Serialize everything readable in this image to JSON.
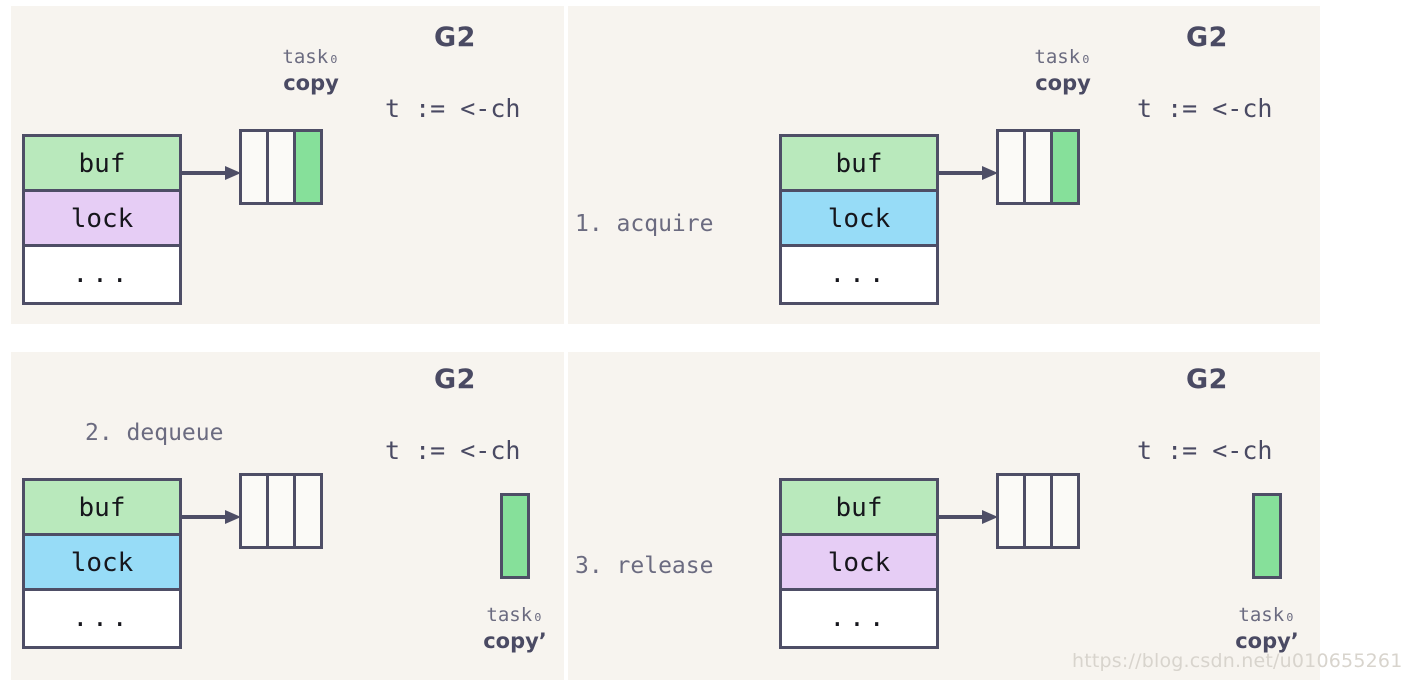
{
  "figure": {
    "title_semantic": "goroutine-channel-receive-with-lock-steps",
    "background": "#ffffff",
    "panel_background": "#f7f4ef",
    "colors": {
      "buf_green": "#b9e9bc",
      "lock_purple": "#e6cdf5",
      "lock_blue": "#97dcf7",
      "payload_green": "#86e09a",
      "stroke": "#4e4e66",
      "text_dark": "#16161c",
      "text_muted": "#6b6b80",
      "heading": "#4a4a63",
      "empty_cell": "#fbfaf7",
      "watermark": "#d8d4cd"
    }
  },
  "panels": [
    {
      "id": "panel-0",
      "goroutine_label": "G2",
      "code": "t := <-ch",
      "step_label": "",
      "struct": {
        "fields": [
          {
            "name": "buf",
            "label": "buf",
            "fill": "#b9e9bc"
          },
          {
            "name": "lock",
            "label": "lock",
            "fill": "#e6cdf5"
          },
          {
            "name": "ellipsis",
            "label": "...",
            "fill": "#ffffff"
          }
        ]
      },
      "buffer": {
        "cells": [
          {
            "filled": false
          },
          {
            "filled": false
          },
          {
            "filled": true
          }
        ]
      },
      "caption": {
        "task": "task₀",
        "copy": "copy",
        "position": "above-buffer"
      },
      "copy_box": null
    },
    {
      "id": "panel-1",
      "goroutine_label": "G2",
      "code": "t := <-ch",
      "step_label": "1. acquire",
      "struct": {
        "fields": [
          {
            "name": "buf",
            "label": "buf",
            "fill": "#b9e9bc"
          },
          {
            "name": "lock",
            "label": "lock",
            "fill": "#97dcf7"
          },
          {
            "name": "ellipsis",
            "label": "...",
            "fill": "#ffffff"
          }
        ]
      },
      "buffer": {
        "cells": [
          {
            "filled": false
          },
          {
            "filled": false
          },
          {
            "filled": true
          }
        ]
      },
      "caption": {
        "task": "task₀",
        "copy": "copy",
        "position": "above-buffer"
      },
      "copy_box": null
    },
    {
      "id": "panel-2",
      "goroutine_label": "G2",
      "code": "t := <-ch",
      "step_label": "2. dequeue",
      "struct": {
        "fields": [
          {
            "name": "buf",
            "label": "buf",
            "fill": "#b9e9bc"
          },
          {
            "name": "lock",
            "label": "lock",
            "fill": "#97dcf7"
          },
          {
            "name": "ellipsis",
            "label": "...",
            "fill": "#ffffff"
          }
        ]
      },
      "buffer": {
        "cells": [
          {
            "filled": false
          },
          {
            "filled": false
          },
          {
            "filled": false
          }
        ]
      },
      "caption": {
        "task": "task₀",
        "copy": "copy’",
        "position": "below-copybox"
      },
      "copy_box": {
        "fill": "#86e09a"
      }
    },
    {
      "id": "panel-3",
      "goroutine_label": "G2",
      "code": "t := <-ch",
      "step_label": "3. release",
      "struct": {
        "fields": [
          {
            "name": "buf",
            "label": "buf",
            "fill": "#b9e9bc"
          },
          {
            "name": "lock",
            "label": "lock",
            "fill": "#e6cdf5"
          },
          {
            "name": "ellipsis",
            "label": "...",
            "fill": "#ffffff"
          }
        ]
      },
      "buffer": {
        "cells": [
          {
            "filled": false
          },
          {
            "filled": false
          },
          {
            "filled": false
          }
        ]
      },
      "caption": {
        "task": "task₀",
        "copy": "copy’",
        "position": "below-copybox"
      },
      "copy_box": {
        "fill": "#86e09a"
      }
    }
  ],
  "watermark": {
    "text": "https://blog.csdn.net/u010655261"
  }
}
